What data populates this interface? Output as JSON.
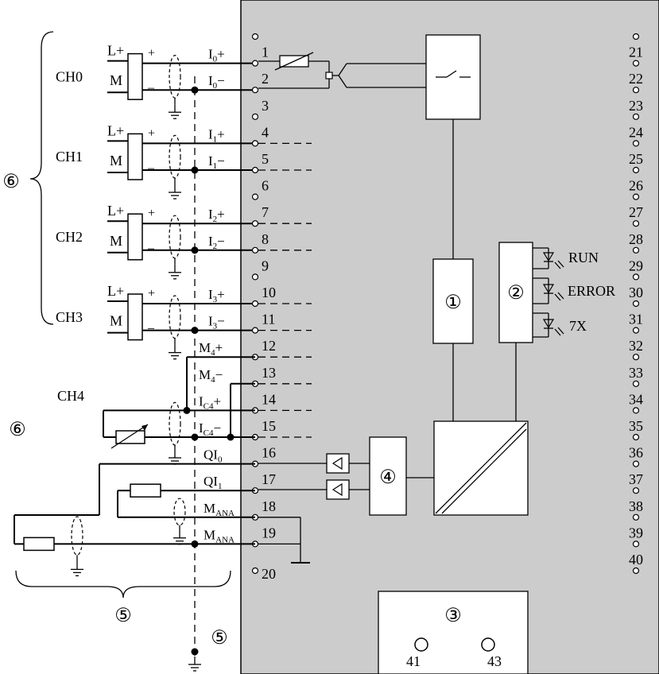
{
  "channels": [
    {
      "name": "CH0",
      "plus_label": "I",
      "plus_sub": "0",
      "plus_sign": "+",
      "minus_label": "I",
      "minus_sub": "0",
      "minus_sign": "−",
      "pin_plus": "1",
      "pin_minus": "2",
      "pin_gap": "3"
    },
    {
      "name": "CH1",
      "plus_label": "I",
      "plus_sub": "1",
      "plus_sign": "+",
      "minus_label": "I",
      "minus_sub": "1",
      "minus_sign": "−",
      "pin_plus": "4",
      "pin_minus": "5",
      "pin_gap": "6"
    },
    {
      "name": "CH2",
      "plus_label": "I",
      "plus_sub": "2",
      "plus_sign": "+",
      "minus_label": "I",
      "minus_sub": "2",
      "minus_sign": "−",
      "pin_plus": "7",
      "pin_minus": "8",
      "pin_gap": "9"
    },
    {
      "name": "CH3",
      "plus_label": "I",
      "plus_sub": "3",
      "plus_sign": "+",
      "minus_label": "I",
      "minus_sub": "3",
      "minus_sign": "−",
      "pin_plus": "10",
      "pin_minus": "11",
      "pin_gap": ""
    }
  ],
  "transducer": {
    "l_plus": "L+",
    "m": "M",
    "plus": "+",
    "minus": "–"
  },
  "ch4": {
    "name": "CH4",
    "labels": [
      {
        "main": "M",
        "sub": "4",
        "sign": "+",
        "pin": "12"
      },
      {
        "main": "M",
        "sub": "4",
        "sign": "−",
        "pin": "13"
      },
      {
        "main": "I",
        "sub": "C4",
        "sign": "+",
        "pin": "14"
      },
      {
        "main": "I",
        "sub": "C4",
        "sign": "−",
        "pin": "15"
      }
    ]
  },
  "outputs": [
    {
      "main": "QI",
      "sub": "0",
      "pin": "16"
    },
    {
      "main": "QI",
      "sub": "1",
      "pin": "17"
    },
    {
      "main": "M",
      "sub": "ANA",
      "pin": "18"
    },
    {
      "main": "M",
      "sub": "ANA",
      "pin": "19"
    }
  ],
  "pin_top": "",
  "pin_20": "20",
  "right_pins": [
    "21",
    "22",
    "23",
    "24",
    "25",
    "26",
    "27",
    "28",
    "29",
    "30",
    "31",
    "32",
    "33",
    "34",
    "35",
    "36",
    "37",
    "38",
    "39",
    "40"
  ],
  "leds": {
    "run": "RUN",
    "error": "ERROR",
    "seg": "7X"
  },
  "markers": {
    "m1": "①",
    "m2": "②",
    "m3": "③",
    "m4": "④",
    "m5a": "⑤",
    "m5b": "⑤",
    "m6a": "⑥",
    "m6b": "⑥"
  },
  "bottom_pins": {
    "a": "41",
    "b": "43"
  },
  "colors": {
    "module_fill": "#cccccc",
    "line": "#000000",
    "background": "#ffffff"
  }
}
